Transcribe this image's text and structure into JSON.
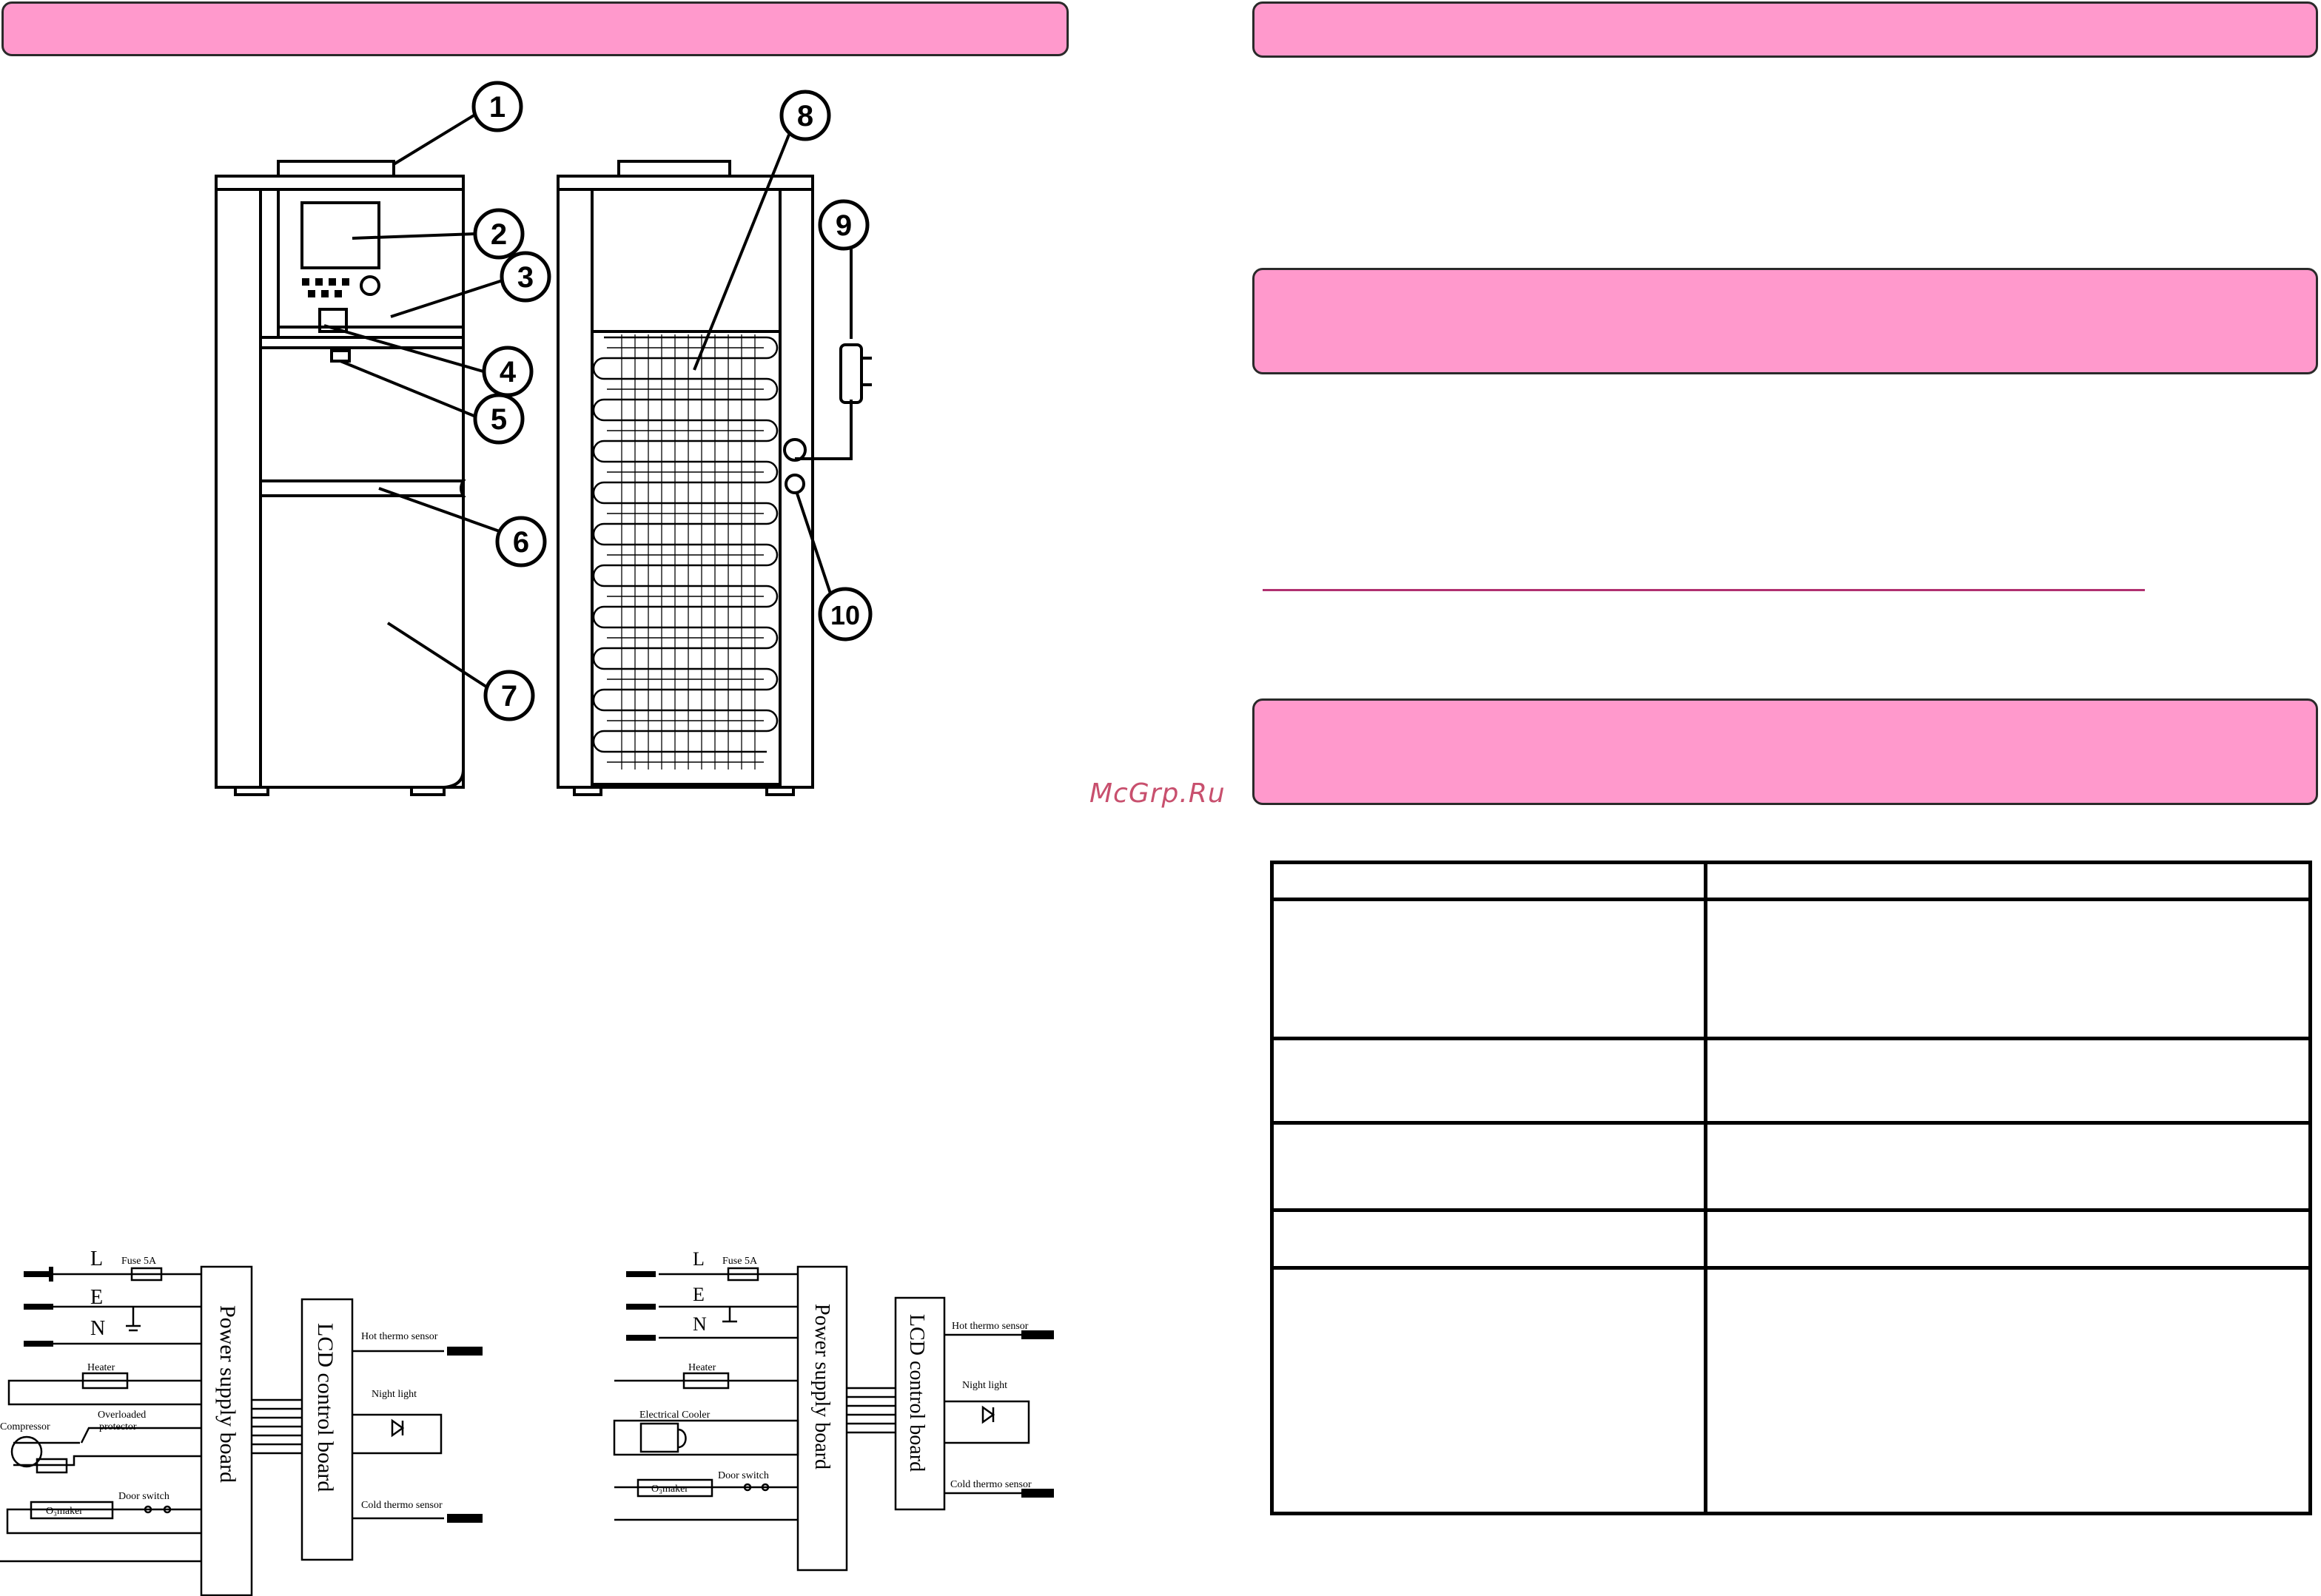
{
  "watermark": "McGrp.Ru",
  "callouts": [
    "1",
    "2",
    "3",
    "4",
    "5",
    "6",
    "7",
    "8",
    "9",
    "10"
  ],
  "wiring_left": {
    "l": "L",
    "e": "E",
    "n": "N",
    "fuse": "Fuse 5A",
    "heater": "Heater",
    "compressor": "Compressor",
    "overloaded": "Overloaded",
    "protector": "protector",
    "o3maker": "O₃maker",
    "door_switch": "Door switch",
    "power_board": "Power supply board",
    "lcd_board": "LCD control board",
    "hot_sensor": "Hot thermo sensor",
    "night_light": "Night light",
    "cold_sensor": "Cold thermo sensor"
  },
  "wiring_right": {
    "l": "L",
    "e": "E",
    "n": "N",
    "fuse": "Fuse 5A",
    "heater": "Heater",
    "cooler": "Electrical Cooler",
    "o3maker": "O₃maker",
    "door_switch": "Door switch",
    "power_board": "Power supply board",
    "lcd_board": "LCD control board",
    "hot_sensor": "Hot thermo sensor",
    "night_light": "Night light",
    "cold_sensor": "Cold thermo sensor"
  },
  "colors": {
    "header_bar": "#ff99cc",
    "rule": "#b03070",
    "watermark": "#c8506e"
  }
}
